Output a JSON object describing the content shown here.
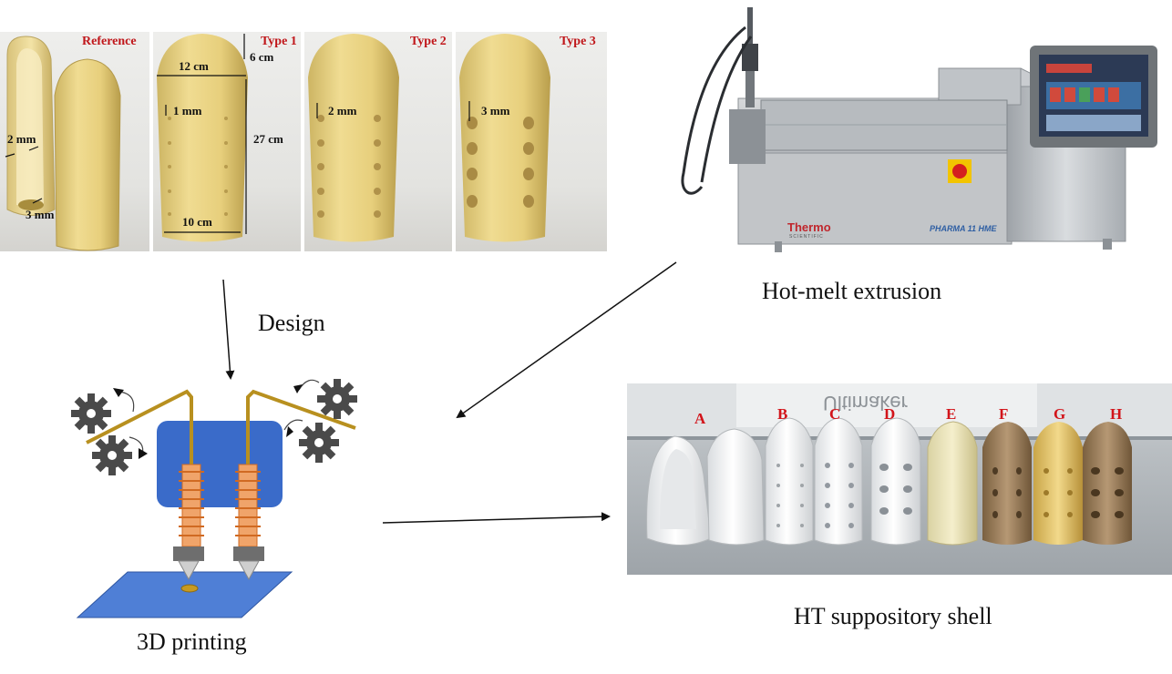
{
  "design_panel": {
    "labels": {
      "reference": "Reference",
      "type1": "Type 1",
      "type2": "Type 2",
      "type3": "Type 3"
    },
    "dimensions": {
      "wall": "2 mm",
      "base_hole": "3 mm",
      "width_top": "12 cm",
      "tip_height": "6 cm",
      "hole1": "1 mm",
      "length": "27 cm",
      "width_bottom": "10 cm",
      "hole2": "2 mm",
      "hole3": "3 mm"
    }
  },
  "extruder_panel": {
    "brand": "Thermo",
    "brand_sub": "SCIENTIFIC",
    "model": "PHARMA 11 HME"
  },
  "shells_panel": {
    "letters": [
      "A",
      "B",
      "C",
      "D",
      "E",
      "F",
      "G",
      "H"
    ],
    "background_text": "Ultimaker"
  },
  "captions": {
    "design": "Design",
    "hot_melt": "Hot-melt extrusion",
    "printing": "3D printing",
    "shell": "HT suppository shell"
  },
  "colors": {
    "label_red": "#c0161a",
    "printer_body": "#3a6bc9",
    "filament": "#b8901f",
    "gear": "#4a4a4a",
    "bed": "#4f7fd6"
  }
}
